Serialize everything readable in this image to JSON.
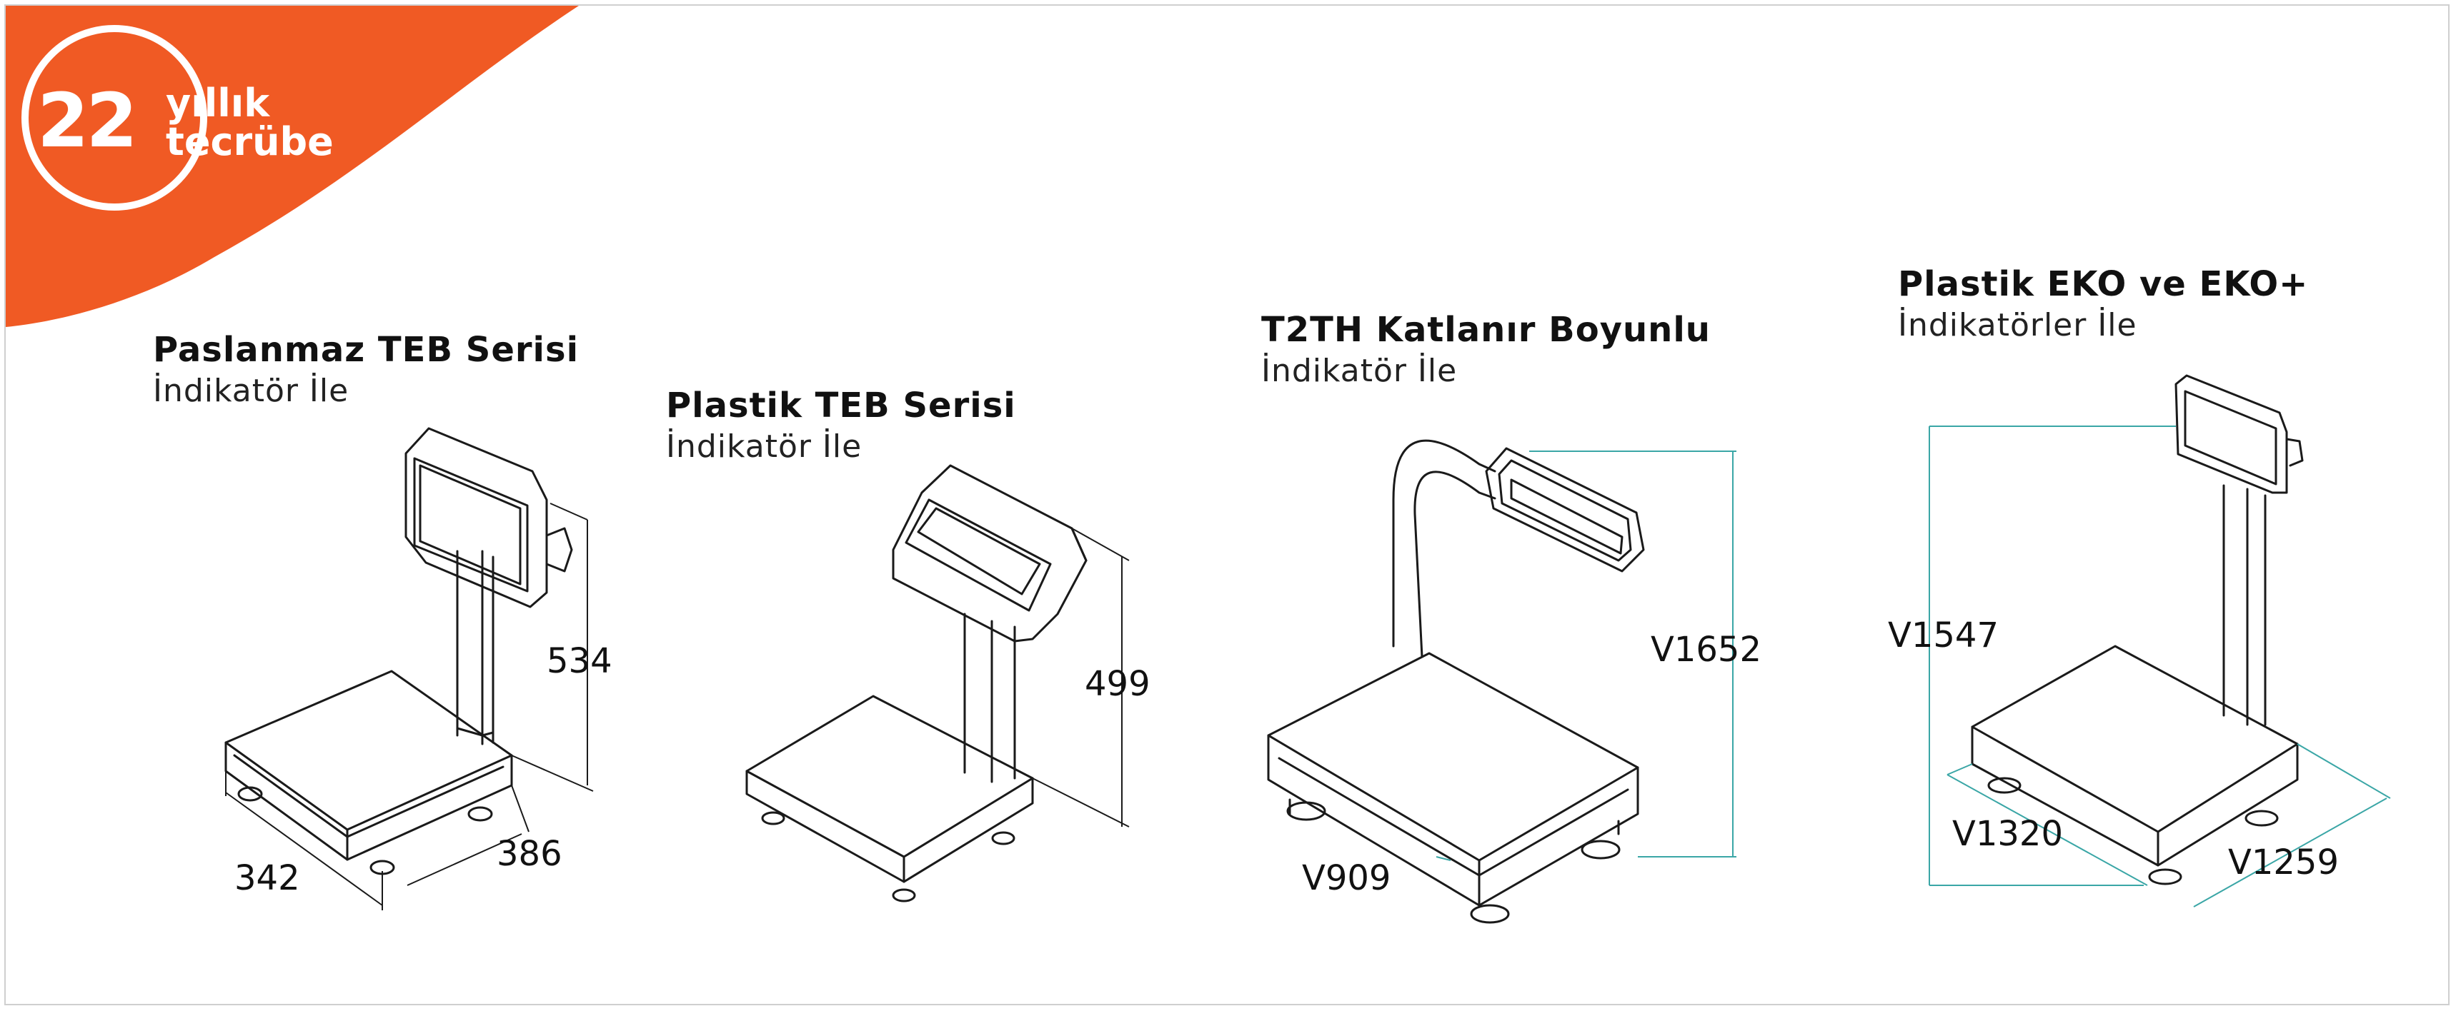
{
  "badge": {
    "number": "22",
    "line1": "yıllık",
    "line2": "tecrübe",
    "color": "#f05a24"
  },
  "products": [
    {
      "title": "Paslanmaz TEB Serisi",
      "subtitle": "İndikatör İle",
      "dims": [
        "534",
        "342",
        "386"
      ]
    },
    {
      "title": "Plastik TEB Serisi",
      "subtitle": "İndikatör İle",
      "dims": [
        "499"
      ]
    },
    {
      "title": "T2TH Katlanır Boyunlu",
      "subtitle": "İndikatör İle",
      "dims": [
        "V1652",
        "V909"
      ]
    },
    {
      "title": "Plastik EKO ve EKO+",
      "subtitle": "İndikatörler İle",
      "dims": [
        "V1547",
        "V1320",
        "V1259"
      ]
    }
  ],
  "colors": {
    "dimension_line": "#3aa6a6",
    "outline": "#1a1a1a",
    "frame": "#cfcfcf"
  }
}
